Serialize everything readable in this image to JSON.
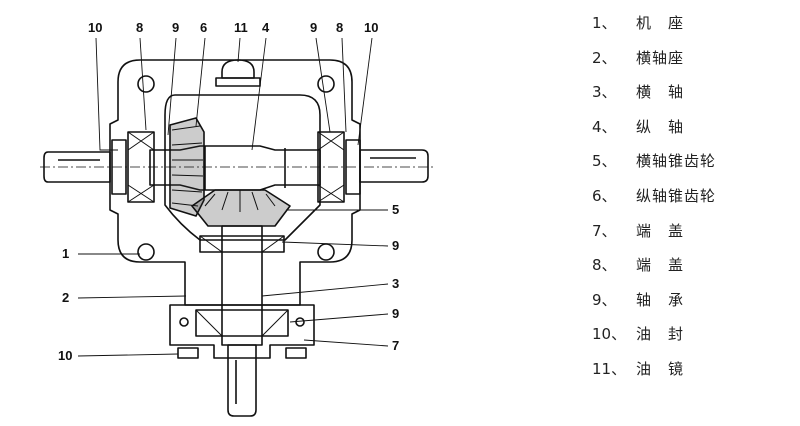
{
  "diagram": {
    "callouts": {
      "top": [
        "10",
        "8",
        "9",
        "6",
        "11",
        "4",
        "9",
        "8",
        "10"
      ],
      "right": [
        "5",
        "9",
        "3",
        "9",
        "7"
      ],
      "left": [
        "1",
        "2",
        "10"
      ]
    }
  },
  "legend": [
    {
      "num": "1、",
      "text": "机　座"
    },
    {
      "num": "2、",
      "text": "横轴座"
    },
    {
      "num": "3、",
      "text": "横　轴"
    },
    {
      "num": "4、",
      "text": "纵　轴"
    },
    {
      "num": "5、",
      "text": "横轴锥齿轮"
    },
    {
      "num": "6、",
      "text": "纵轴锥齿轮"
    },
    {
      "num": "7、",
      "text": "端　盖"
    },
    {
      "num": "8、",
      "text": "端　盖"
    },
    {
      "num": "9、",
      "text": "轴　承"
    },
    {
      "num": "10、",
      "text": "油　封"
    },
    {
      "num": "11、",
      "text": "油　镜"
    }
  ]
}
